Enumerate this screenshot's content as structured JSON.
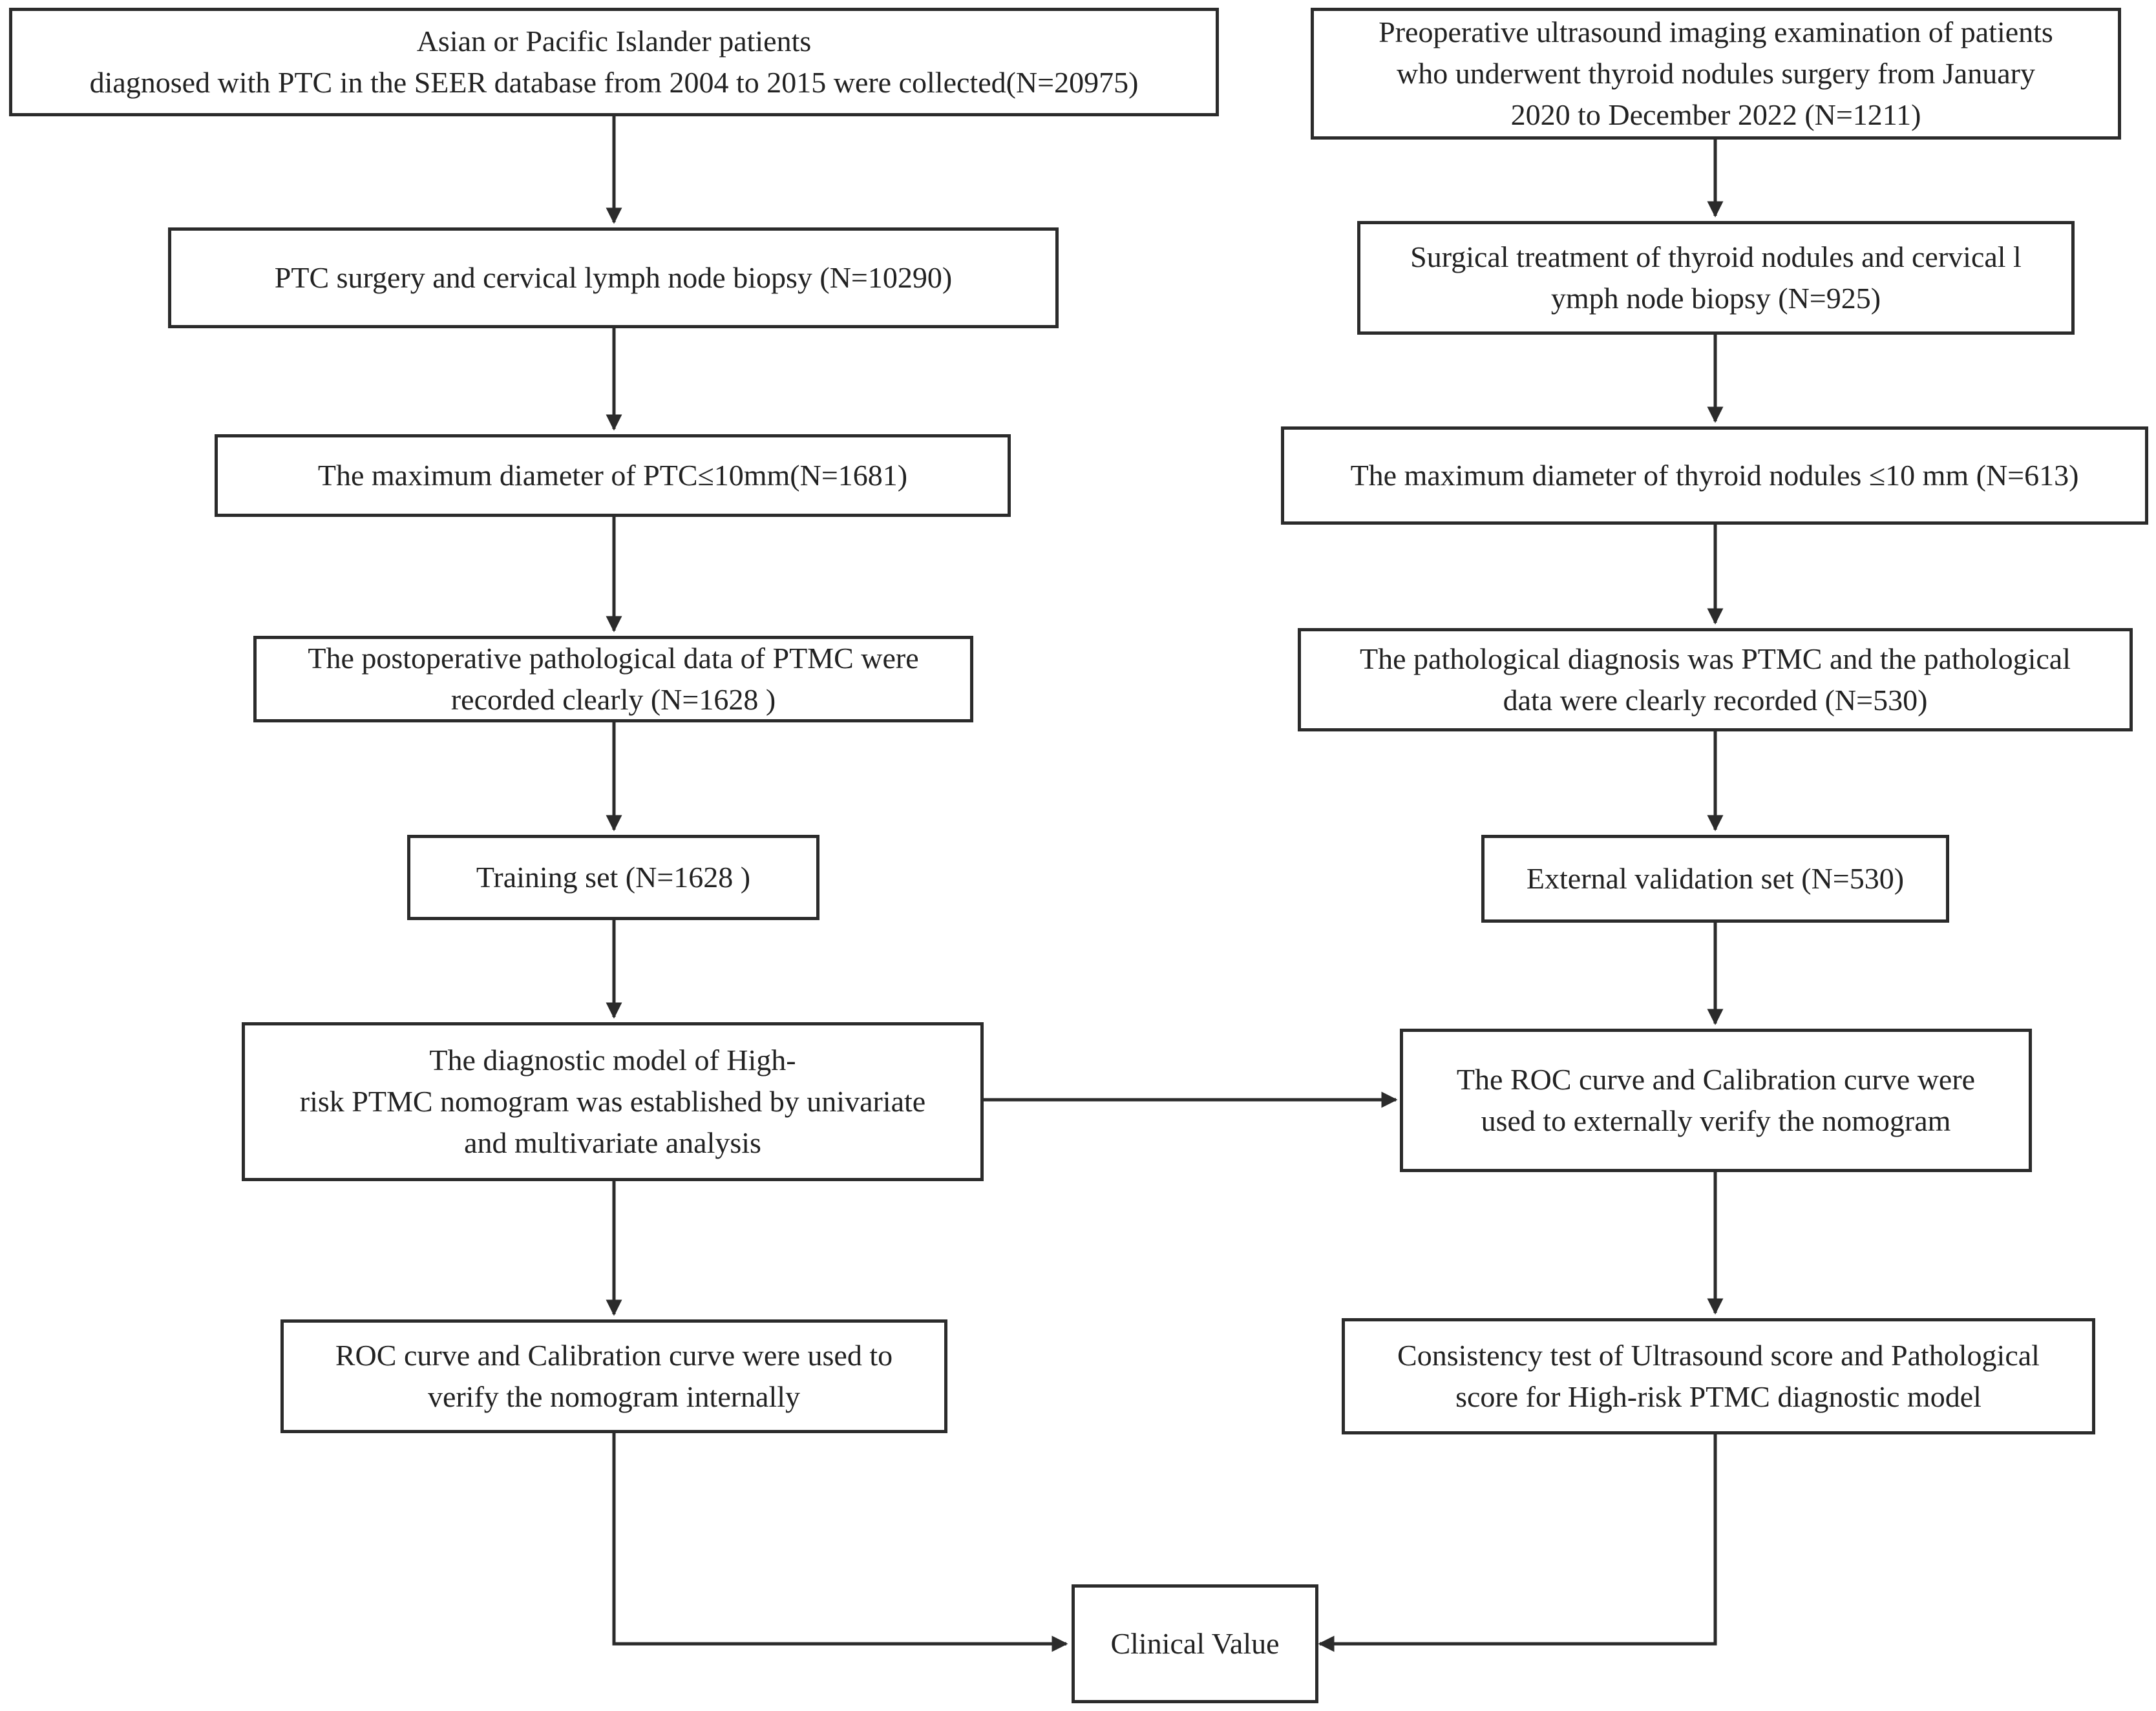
{
  "left_column": {
    "box1_line1": "Asian or Pacific Islander patients",
    "box1_line2": "diagnosed with PTC in the SEER database from 2004 to 2015 were collected(N=20975)",
    "box2": "PTC surgery and cervical lymph node biopsy (N=10290)",
    "box3": "The maximum diameter of PTC≤10mm(N=1681)",
    "box4_line1": "The postoperative pathological data of PTMC were",
    "box4_line2": "recorded clearly (N=1628 )",
    "box5": "Training set (N=1628 )",
    "box6_line1": "The diagnostic model of High-",
    "box6_line2": "risk PTMC nomogram was established by univariate",
    "box6_line3": "and multivariate analysis",
    "box7_line1": "ROC curve and Calibration curve were used to",
    "box7_line2": "verify the nomogram internally"
  },
  "right_column": {
    "box1_line1": "Preoperative ultrasound imaging examination of patients",
    "box1_line2": "who underwent thyroid nodules surgery from January",
    "box1_line3": "2020 to December 2022 (N=1211)",
    "box2_line1": "Surgical treatment of thyroid nodules and cervical l",
    "box2_line2": "ymph node biopsy (N=925)",
    "box3": "The maximum diameter of thyroid nodules ≤10 mm (N=613)",
    "box4_line1": "The pathological diagnosis was PTMC and the pathological",
    "box4_line2": "data were clearly recorded (N=530)",
    "box5": "External validation set (N=530)",
    "box6_line1": "The ROC curve and Calibration curve were",
    "box6_line2": "used to externally verify the nomogram",
    "box7_line1": "Consistency test of Ultrasound score and Pathological",
    "box7_line2": "score for High-risk PTMC diagnostic model"
  },
  "bottom": {
    "clinical_value": "Clinical Value"
  },
  "colors": {
    "stroke": "#2b2b2b",
    "background": "#ffffff",
    "text": "#222222"
  }
}
